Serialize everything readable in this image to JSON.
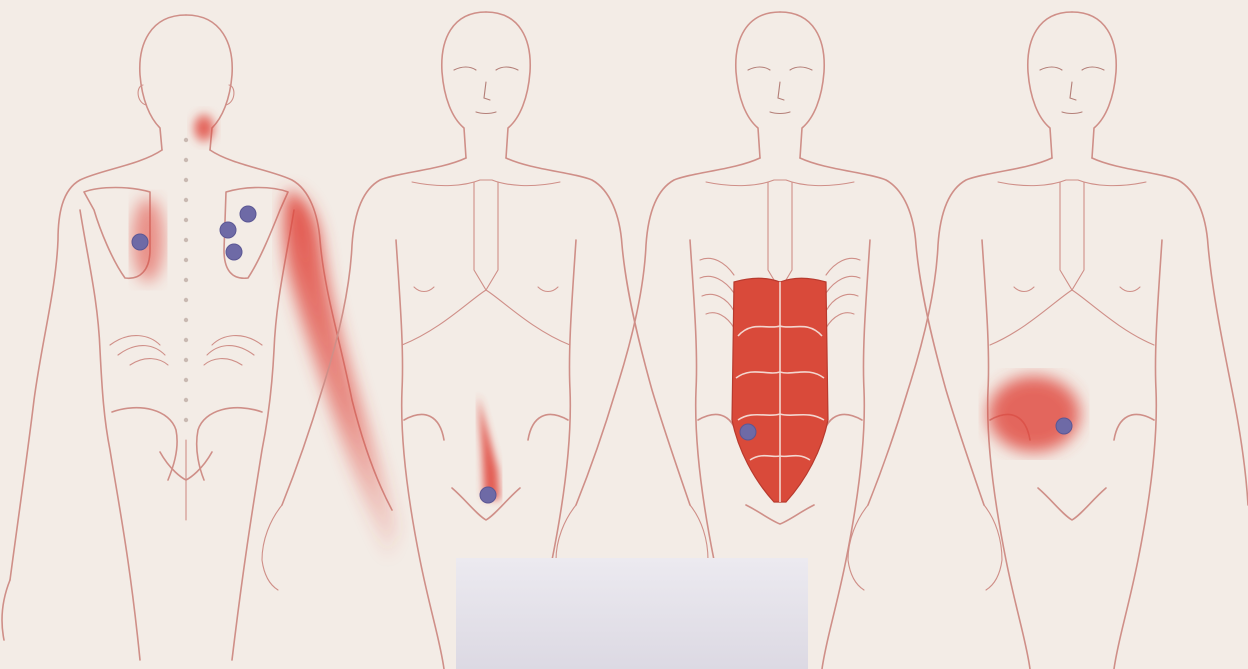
{
  "colors": {
    "background": "#f3ece6",
    "outline": "#cf8f88",
    "referred_pain": "#e0443a",
    "muscle": "#d94a3a",
    "trigger_point": "#6e6aa6",
    "caption_box": "#e6e4ec"
  },
  "figures": [
    {
      "view": "back",
      "highlight": "scapular-and-arm-referral"
    },
    {
      "view": "front",
      "highlight": "lower-abdomen-referral"
    },
    {
      "view": "front",
      "highlight": "rectus-abdominis-muscle"
    },
    {
      "view": "front",
      "highlight": "lateral-abdomen-referral"
    }
  ]
}
